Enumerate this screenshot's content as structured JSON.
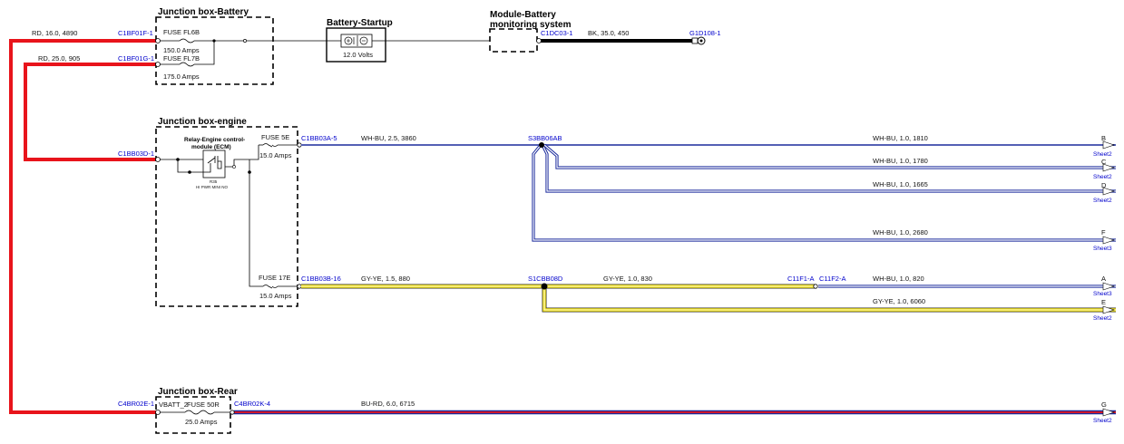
{
  "boxes": {
    "battery": "Junction box-Battery",
    "startup": "Battery-Startup",
    "monitor_line1": "Module-Battery",
    "monitor_line2": "monitoring system",
    "engine": "Junction box-engine",
    "rear": "Junction box-Rear"
  },
  "components": {
    "fl6b": {
      "name": "FUSE FL6B",
      "rating": "150.0 Amps"
    },
    "fl7b": {
      "name": "FUSE FL7B",
      "rating": "175.0 Amps"
    },
    "battery_voltage": "12.0 Volts",
    "relay_line1": "Relay-Engine control-",
    "relay_line2": "module (ECM)",
    "relay_code": "R35",
    "relay_type": "HI PWR MINI NO",
    "f5e": {
      "name": "FUSE 5E",
      "rating": "15.0 Amps"
    },
    "f17e": {
      "name": "FUSE 17E",
      "rating": "15.0 Amps"
    },
    "f50r": {
      "name": "FUSE 50R",
      "rating": "25.0 Amps"
    },
    "vbatt": "VBATT_2"
  },
  "connectors": {
    "c1bf01f": "C1BF01F-1",
    "c1bf01g": "C1BF01G-1",
    "c1dc03": "C1DC03-1",
    "g1d108": "G1D108-1",
    "c1bb03d": "C1BB03D-1",
    "c1bb03a": "C1BB03A-5",
    "s3bb06ab": "S3BB06AB",
    "c1bb03b": "C1BB03B-16",
    "s1cbb08d": "S1CBB08D",
    "c11f1": "C11F1-A",
    "c11f2": "C11F2-A",
    "c4br02e": "C4BR02E-1",
    "c4br02k": "C4BR02K-4"
  },
  "wires": {
    "rd16": "RD, 16.0, 4890",
    "rd25": "RD, 25.0, 905",
    "bk35": "BK, 35.0, 450",
    "whbu25": "WH-BU, 2.5, 3860",
    "whbu1810": "WH-BU, 1.0, 1810",
    "whbu1780": "WH-BU, 1.0, 1780",
    "whbu1665": "WH-BU, 1.0, 1665",
    "whbu2680": "WH-BU, 1.0, 2680",
    "gyye880": "GY-YE, 1.5, 880",
    "gyye830": "GY-YE, 1.0, 830",
    "whbu820": "WH-BU, 1.0, 820",
    "gyye6060": "GY-YE, 1.0, 6060",
    "burd": "BU-RD, 6.0, 6715"
  },
  "outputs": [
    {
      "letter": "B",
      "sheet": "Sheet2"
    },
    {
      "letter": "C",
      "sheet": "Sheet2"
    },
    {
      "letter": "D",
      "sheet": "Sheet2"
    },
    {
      "letter": "F",
      "sheet": "Sheet3"
    },
    {
      "letter": "A",
      "sheet": "Sheet3"
    },
    {
      "letter": "E",
      "sheet": "Sheet2"
    },
    {
      "letter": "G",
      "sheet": "Sheet2"
    }
  ]
}
